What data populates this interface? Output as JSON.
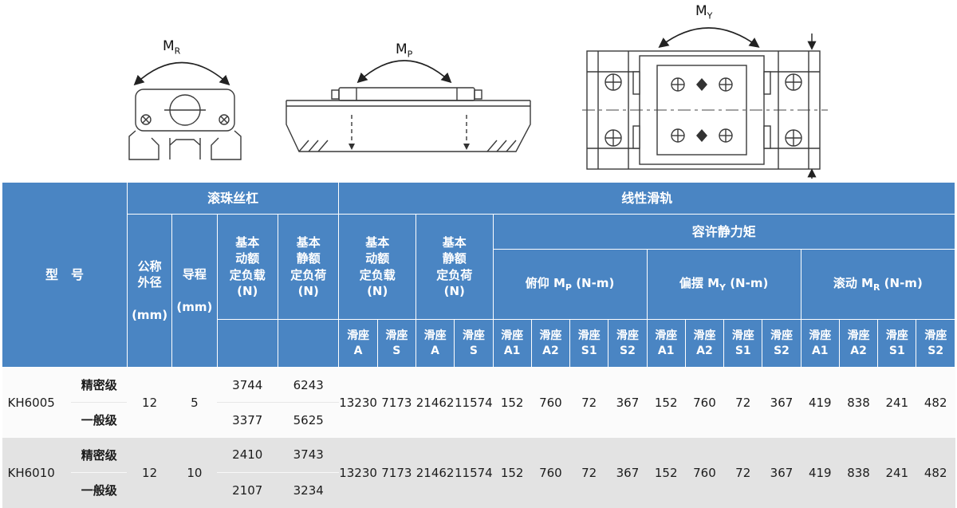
{
  "diagrams": {
    "labels": {
      "mr": {
        "main": "M",
        "sub": "R"
      },
      "mp": {
        "main": "M",
        "sub": "P"
      },
      "my": {
        "main": "M",
        "sub": "Y"
      }
    }
  },
  "table": {
    "colors": {
      "header_bg": "#4a85c3",
      "row_light": "#fbfbfb",
      "row_dark": "#e3e3e3"
    },
    "header": {
      "model": "型　号",
      "ball_screw": "滚珠丝杠",
      "linear_guide": "线性滑轨",
      "od": "公称\n外径\n\n(mm)",
      "lead": "导程\n\n(mm)",
      "bs_dynamic": "基本\n动额\n定负载\n(N)",
      "bs_static": "基本\n静额\n定负荷\n(N)",
      "lg_dynamic": "基本\n动额\n定负载\n(N)",
      "lg_static": "基本\n静额\n定负荷\n(N)",
      "static_moment": "容许静力矩",
      "moment_groups": [
        {
          "prefix": "俯仰 M",
          "sub": "P",
          "suffix": " (N-m)"
        },
        {
          "prefix": "偏摆 M",
          "sub": "Y",
          "suffix": " (N-m)"
        },
        {
          "prefix": "滚动 M",
          "sub": "R",
          "suffix": " (N-m)"
        }
      ],
      "slider_cols": [
        "滑座\nA",
        "滑座\nS",
        "滑座\nA",
        "滑座\nS",
        "滑座\nA1",
        "滑座\nA2",
        "滑座\nS1",
        "滑座\nS2",
        "滑座\nA1",
        "滑座\nA2",
        "滑座\nS1",
        "滑座\nS2",
        "滑座\nA1",
        "滑座\nA2",
        "滑座\nS1",
        "滑座\nS2"
      ]
    },
    "rows": [
      {
        "model": "KH6005",
        "grades": [
          "精密级",
          "一般级"
        ],
        "od": "12",
        "lead": "5",
        "bs_dynamic": [
          "3744",
          "3377"
        ],
        "bs_static": [
          "6243",
          "5625"
        ],
        "lg": [
          "13230",
          "7173",
          "21462",
          "11574",
          "152",
          "760",
          "72",
          "367",
          "152",
          "760",
          "72",
          "367",
          "419",
          "838",
          "241",
          "482"
        ]
      },
      {
        "model": "KH6010",
        "grades": [
          "精密级",
          "一般级"
        ],
        "od": "12",
        "lead": "10",
        "bs_dynamic": [
          "2410",
          "2107"
        ],
        "bs_static": [
          "3743",
          "3234"
        ],
        "lg": [
          "13230",
          "7173",
          "21462",
          "11574",
          "152",
          "760",
          "72",
          "367",
          "152",
          "760",
          "72",
          "367",
          "419",
          "838",
          "241",
          "482"
        ]
      }
    ]
  }
}
